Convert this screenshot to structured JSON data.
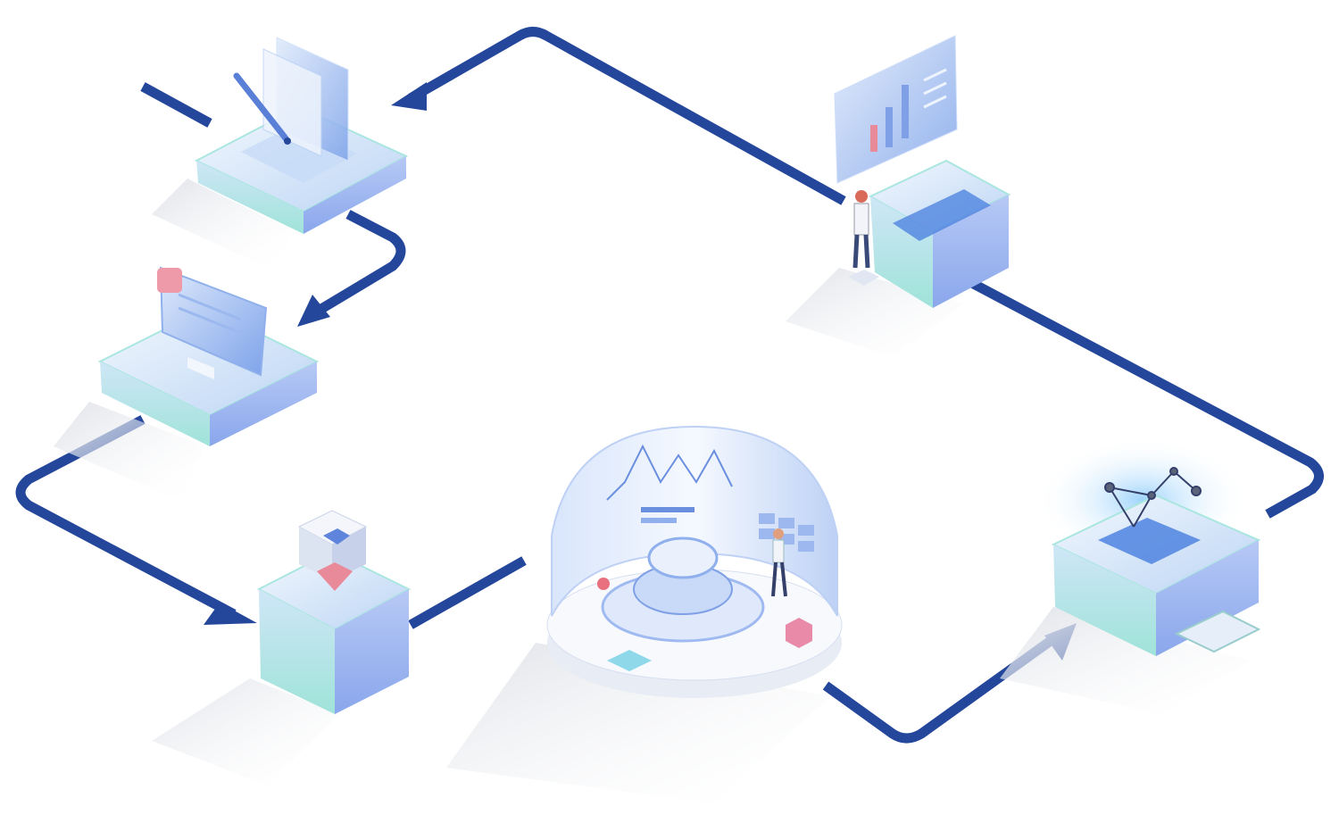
{
  "colors": {
    "flow_line": "#24479c",
    "glass_light": "#e6f1fb",
    "glass_mid": "#b9d3f3",
    "glass_deep": "#6f96e3",
    "glass_edge": "#8fe0d8",
    "accent_pink": "#e98a9a",
    "shadow": "#e4e6ea"
  },
  "nodes": [
    {
      "id": "design-station",
      "icon": "pen-document-icon"
    },
    {
      "id": "monitor-station",
      "icon": "monitor-icon"
    },
    {
      "id": "cube-station",
      "icon": "cubes-icon"
    },
    {
      "id": "control-center",
      "icon": "dashboard-cylinder-icon"
    },
    {
      "id": "network-station",
      "icon": "network-graph-icon"
    },
    {
      "id": "analytics-station",
      "icon": "bar-chart-icon"
    }
  ]
}
